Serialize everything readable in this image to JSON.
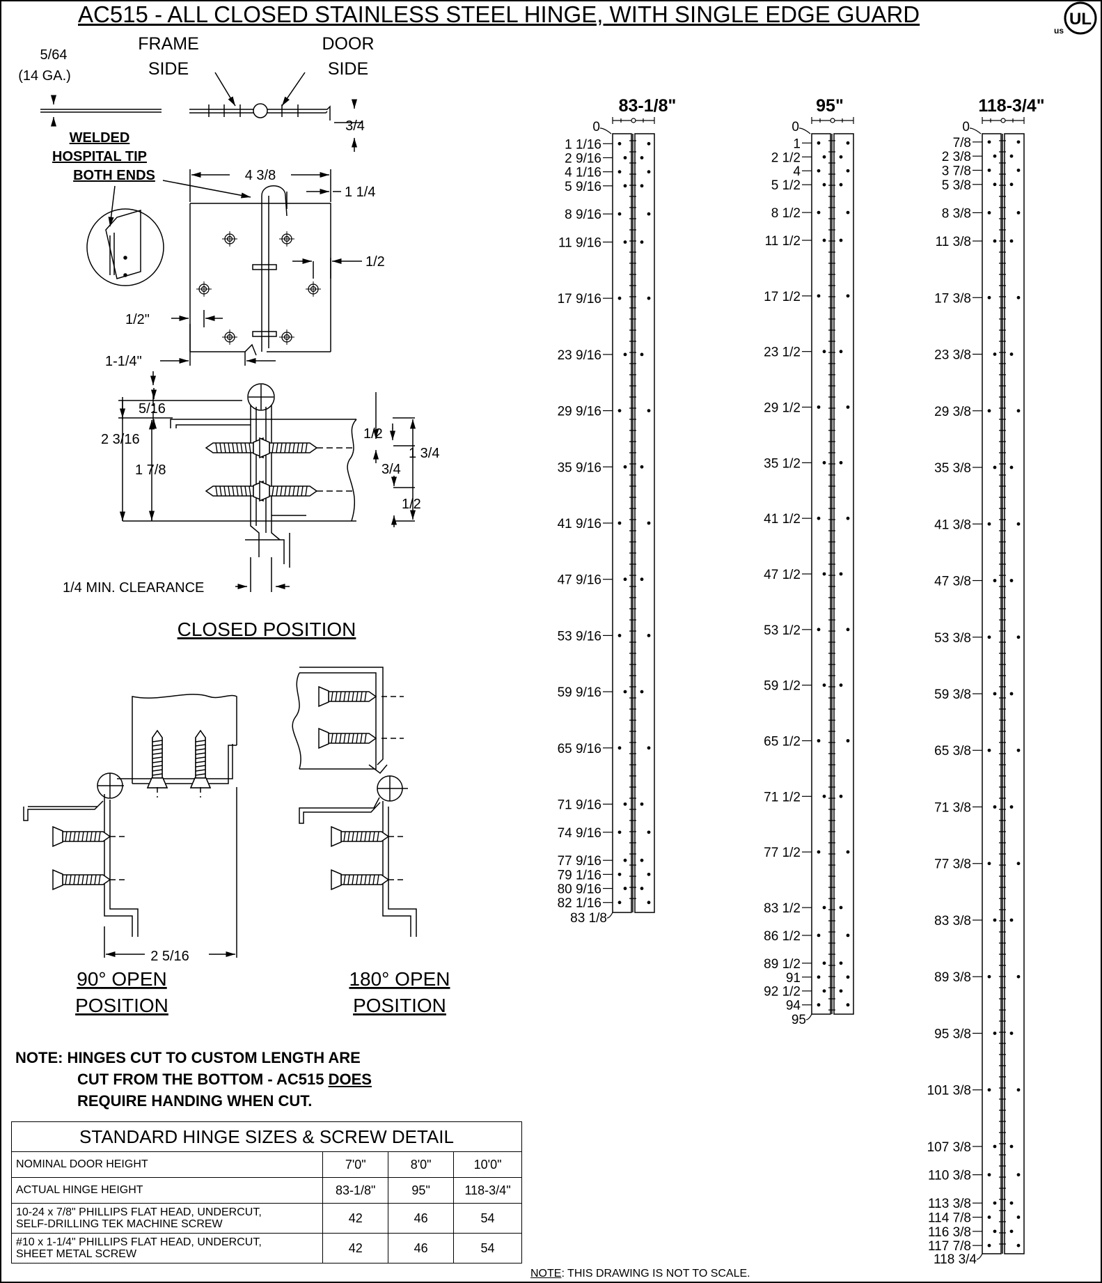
{
  "title": "AC515 - ALL CLOSED STAINLESS STEEL HINGE, WITH SINGLE EDGE GUARD",
  "logo": {
    "text": "UL",
    "sub": "us",
    "icon": "ul-listed-mark"
  },
  "top_view": {
    "gauge": "5/64",
    "gauge_ga": "(14 GA.)",
    "frame_side_1": "FRAME",
    "frame_side_2": "SIDE",
    "door_side_1": "DOOR",
    "door_side_2": "SIDE",
    "flange": "3/4"
  },
  "face_view": {
    "welded_1": "WELDED",
    "welded_2": "HOSPITAL TIP",
    "welded_3": "BOTH ENDS",
    "width": "4 3/8",
    "edge": "1 1/4",
    "half": "1/2",
    "half_in": "1/2\"",
    "quarter_in": "1-1/4\""
  },
  "closed_section": {
    "d1": "5/16",
    "d2": "2 3/16",
    "d3": "1 7/8",
    "d4": "1/2",
    "d5": "1 3/4",
    "d6": "3/4",
    "d7": "1/2",
    "clearance": "1/4 MIN. CLEARANCE",
    "caption": "CLOSED POSITION"
  },
  "open90": {
    "dim": "2 5/16",
    "caption_1": "90° OPEN",
    "caption_2": "POSITION"
  },
  "open180": {
    "caption_1": "180° OPEN",
    "caption_2": "POSITION"
  },
  "note": {
    "line1": "NOTE:  HINGES CUT TO CUSTOM LENGTH ARE",
    "line2a": "CUT FROM THE BOTTOM - AC515 ",
    "line2b": "DOES",
    "line3": "REQUIRE HANDING WHEN CUT."
  },
  "hinge_table": {
    "header": "STANDARD HINGE SIZES & SCREW DETAIL",
    "rows": [
      {
        "label": "NOMINAL DOOR HEIGHT",
        "v1": "7'0\"",
        "v2": "8'0\"",
        "v3": "10'0\""
      },
      {
        "label": "ACTUAL HINGE HEIGHT",
        "v1": "83-1/8\"",
        "v2": "95\"",
        "v3": "118-3/4\""
      },
      {
        "label": "10-24 x 7/8\" PHILLIPS FLAT HEAD, UNDERCUT,",
        "label2": "SELF-DRILLING TEK MACHINE SCREW",
        "v1": "42",
        "v2": "46",
        "v3": "54"
      },
      {
        "label": "#10 x 1-1/4\" PHILLIPS FLAT HEAD, UNDERCUT,",
        "label2": "SHEET METAL SCREW",
        "v1": "42",
        "v2": "46",
        "v3": "54"
      }
    ]
  },
  "scale_note": {
    "prefix": "NOTE",
    "text": ": THIS DRAWING IS NOT TO SCALE."
  },
  "hinges": [
    {
      "length": "83-1/8\"",
      "end": "83 1/8",
      "total": 83.125,
      "labels": [
        {
          "t": "0",
          "v": 0
        },
        {
          "t": "1 1/16",
          "v": 1.0625
        },
        {
          "t": "2 9/16",
          "v": 2.5625
        },
        {
          "t": "4 1/16",
          "v": 4.0625
        },
        {
          "t": "5 9/16",
          "v": 5.5625
        },
        {
          "t": "8 9/16",
          "v": 8.5625
        },
        {
          "t": "11 9/16",
          "v": 11.5625
        },
        {
          "t": "17 9/16",
          "v": 17.5625
        },
        {
          "t": "23 9/16",
          "v": 23.5625
        },
        {
          "t": "29 9/16",
          "v": 29.5625
        },
        {
          "t": "35 9/16",
          "v": 35.5625
        },
        {
          "t": "41 9/16",
          "v": 41.5625
        },
        {
          "t": "47 9/16",
          "v": 47.5625
        },
        {
          "t": "53 9/16",
          "v": 53.5625
        },
        {
          "t": "59 9/16",
          "v": 59.5625
        },
        {
          "t": "65 9/16",
          "v": 65.5625
        },
        {
          "t": "71 9/16",
          "v": 71.5625
        },
        {
          "t": "74 9/16",
          "v": 74.5625
        },
        {
          "t": "77 9/16",
          "v": 77.5625
        },
        {
          "t": "79 1/16",
          "v": 79.0625
        },
        {
          "t": "80 9/16",
          "v": 80.5625
        },
        {
          "t": "82 1/16",
          "v": 82.0625
        }
      ]
    },
    {
      "length": "95\"",
      "end": "95",
      "total": 95,
      "labels": [
        {
          "t": "0",
          "v": 0
        },
        {
          "t": "1",
          "v": 1
        },
        {
          "t": "2 1/2",
          "v": 2.5
        },
        {
          "t": "4",
          "v": 4
        },
        {
          "t": "5 1/2",
          "v": 5.5
        },
        {
          "t": "8 1/2",
          "v": 8.5
        },
        {
          "t": "11 1/2",
          "v": 11.5
        },
        {
          "t": "17 1/2",
          "v": 17.5
        },
        {
          "t": "23 1/2",
          "v": 23.5
        },
        {
          "t": "29 1/2",
          "v": 29.5
        },
        {
          "t": "35 1/2",
          "v": 35.5
        },
        {
          "t": "41 1/2",
          "v": 41.5
        },
        {
          "t": "47 1/2",
          "v": 47.5
        },
        {
          "t": "53 1/2",
          "v": 53.5
        },
        {
          "t": "59 1/2",
          "v": 59.5
        },
        {
          "t": "65 1/2",
          "v": 65.5
        },
        {
          "t": "71 1/2",
          "v": 71.5
        },
        {
          "t": "77 1/2",
          "v": 77.5
        },
        {
          "t": "83 1/2",
          "v": 83.5
        },
        {
          "t": "86 1/2",
          "v": 86.5
        },
        {
          "t": "89 1/2",
          "v": 89.5
        },
        {
          "t": "91",
          "v": 91
        },
        {
          "t": "92 1/2",
          "v": 92.5
        },
        {
          "t": "94",
          "v": 94
        }
      ]
    },
    {
      "length": "118-3/4\"",
      "end": "118 3/4",
      "total": 118.75,
      "labels": [
        {
          "t": "0",
          "v": 0
        },
        {
          "t": "7/8",
          "v": 0.875
        },
        {
          "t": "2 3/8",
          "v": 2.375
        },
        {
          "t": "3 7/8",
          "v": 3.875
        },
        {
          "t": "5 3/8",
          "v": 5.375
        },
        {
          "t": "8 3/8",
          "v": 8.375
        },
        {
          "t": "11 3/8",
          "v": 11.375
        },
        {
          "t": "17 3/8",
          "v": 17.375
        },
        {
          "t": "23 3/8",
          "v": 23.375
        },
        {
          "t": "29 3/8",
          "v": 29.375
        },
        {
          "t": "35 3/8",
          "v": 35.375
        },
        {
          "t": "41 3/8",
          "v": 41.375
        },
        {
          "t": "47 3/8",
          "v": 47.375
        },
        {
          "t": "53 3/8",
          "v": 53.375
        },
        {
          "t": "59 3/8",
          "v": 59.375
        },
        {
          "t": "65 3/8",
          "v": 65.375
        },
        {
          "t": "71 3/8",
          "v": 71.375
        },
        {
          "t": "77 3/8",
          "v": 77.375
        },
        {
          "t": "83 3/8",
          "v": 83.375
        },
        {
          "t": "89 3/8",
          "v": 89.375
        },
        {
          "t": "95 3/8",
          "v": 95.375
        },
        {
          "t": "101 3/8",
          "v": 101.375
        },
        {
          "t": "107 3/8",
          "v": 107.375
        },
        {
          "t": "110 3/8",
          "v": 110.375
        },
        {
          "t": "113 3/8",
          "v": 113.375
        },
        {
          "t": "114 7/8",
          "v": 114.875
        },
        {
          "t": "116 3/8",
          "v": 116.375
        },
        {
          "t": "117 7/8",
          "v": 117.875
        }
      ]
    }
  ]
}
